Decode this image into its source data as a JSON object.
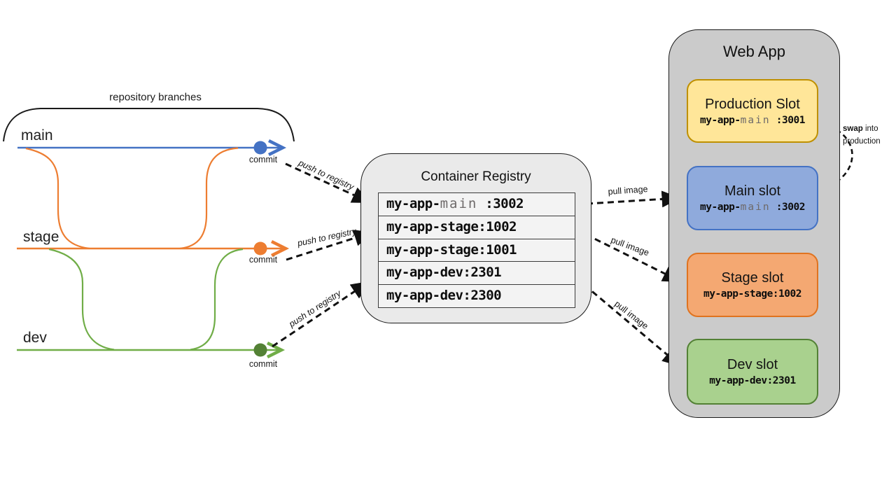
{
  "repo": {
    "brace_label": "repository branches",
    "branches": [
      {
        "name": "main",
        "commit_label": "commit",
        "color": "#4472C4"
      },
      {
        "name": "stage",
        "commit_label": "commit",
        "color": "#ED7D31"
      },
      {
        "name": "dev",
        "commit_label": "commit",
        "color": "#70AD47"
      }
    ]
  },
  "push_arrows": [
    {
      "label": "push to registry"
    },
    {
      "label": "push to registry"
    },
    {
      "label": "push to registry"
    }
  ],
  "pull_arrows": [
    {
      "label": "pull image"
    },
    {
      "label": "pull image"
    },
    {
      "label": "pull image"
    }
  ],
  "registry": {
    "title": "Container Registry",
    "rows": [
      {
        "pre": "my-app-",
        "dim": "main",
        "post": " :3002"
      },
      {
        "pre": "my-app-stage:1002",
        "dim": "",
        "post": ""
      },
      {
        "pre": "my-app-stage:1001",
        "dim": "",
        "post": ""
      },
      {
        "pre": "my-app-dev:2301",
        "dim": "",
        "post": ""
      },
      {
        "pre": "my-app-dev:2300",
        "dim": "",
        "post": ""
      }
    ]
  },
  "webapp": {
    "title": "Web App",
    "slots": [
      {
        "title": "Production Slot",
        "image": {
          "pre": "my-app-",
          "dim": "main",
          "post": " :3001"
        },
        "fill": "#FFE699",
        "border": "#BF9000"
      },
      {
        "title": "Main slot",
        "image": {
          "pre": "my-app-",
          "dim": "main",
          "post": " :3002"
        },
        "fill": "#8FAADC",
        "border": "#4472C4"
      },
      {
        "title": "Stage slot",
        "image": {
          "pre": "my-app-stage:1002",
          "dim": "",
          "post": ""
        },
        "fill": "#F4A872",
        "border": "#E0731F"
      },
      {
        "title": "Dev slot",
        "image": {
          "pre": "my-app-dev:2301",
          "dim": "",
          "post": ""
        },
        "fill": "#A9D18E",
        "border": "#538135"
      }
    ]
  },
  "swap": {
    "bold": "swap",
    "rest": " into production"
  }
}
